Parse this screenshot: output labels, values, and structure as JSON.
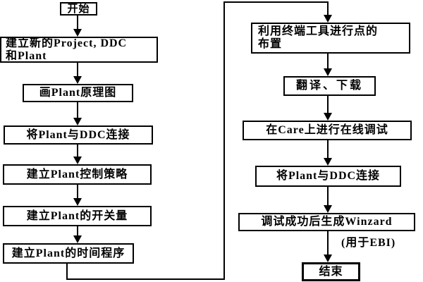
{
  "diagram": {
    "type": "flowchart",
    "colors": {
      "background": "#ffffff",
      "line": "#000000",
      "box_fill": "#ffffff"
    },
    "nodes": {
      "start": "开始",
      "create_project": {
        "line1": "建立新的Project, DDC",
        "line2": "和Plant"
      },
      "draw_schematic": "画Plant原理图",
      "connect_plant_ddc": "将Plant与DDC连接",
      "control_strategy": "建立Plant控制策略",
      "switch_points": "建立Plant的开关量",
      "time_program": "建立Plant的时间程序",
      "terminal_layout": {
        "line1": "利用终端工具进行点的",
        "line2": "布置"
      },
      "translate_download": "翻译、下载",
      "online_debug": "在Care上进行在线调试",
      "connect_plant_ddc_2": "将Plant与DDC连接",
      "generate_winzard": "调试成功后生成Winzard",
      "end": "结束"
    },
    "annotation": "(用于EBI)",
    "edges": [
      {
        "from": "开始",
        "to": "建立新的Project, DDC 和Plant"
      },
      {
        "from": "建立新的Project, DDC 和Plant",
        "to": "画Plant原理图"
      },
      {
        "from": "画Plant原理图",
        "to": "将Plant与DDC连接"
      },
      {
        "from": "将Plant与DDC连接",
        "to": "建立Plant控制策略"
      },
      {
        "from": "建立Plant控制策略",
        "to": "建立Plant的开关量"
      },
      {
        "from": "建立Plant的开关量",
        "to": "建立Plant的时间程序"
      },
      {
        "from": "建立Plant的时间程序",
        "to": "利用终端工具进行点的布置"
      },
      {
        "from": "利用终端工具进行点的布置",
        "to": "翻译、下载"
      },
      {
        "from": "翻译、下载",
        "to": "在Care上进行在线调试"
      },
      {
        "from": "在Care上进行在线调试",
        "to": "将Plant与DDC连接"
      },
      {
        "from": "将Plant与DDC连接",
        "to": "调试成功后生成Winzard (用于EBI)"
      },
      {
        "from": "调试成功后生成Winzard (用于EBI)",
        "to": "结束"
      }
    ]
  }
}
